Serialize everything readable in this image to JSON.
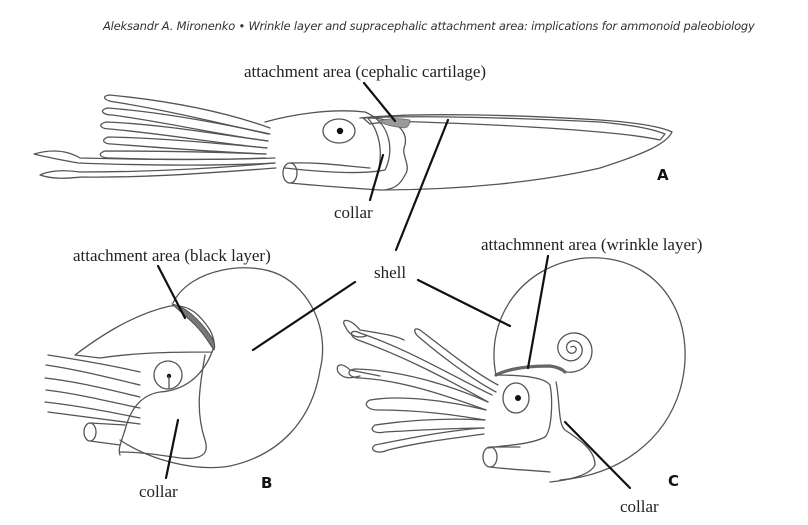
{
  "header": {
    "running_title": "Aleksandr A. Mironenko • Wrinkle layer and supracephalic attachment area: implications for ammonoid paleobiology"
  },
  "figure": {
    "panels": [
      {
        "id": "A",
        "label": "A",
        "subject": "squid (coleoid) lateral view",
        "annotations": {
          "attachment": "attachment area (cephalic cartilage)",
          "collar": "collar"
        }
      },
      {
        "id": "B",
        "label": "B",
        "subject": "nautilus lateral view",
        "annotations": {
          "attachment": "attachment area (black layer)",
          "collar": "collar"
        }
      },
      {
        "id": "C",
        "label": "C",
        "subject": "ammonoid reconstruction",
        "annotations": {
          "attachment": "attachmnent area (wrinkle layer)",
          "collar": "collar"
        }
      }
    ],
    "shared_label": "shell",
    "colors": {
      "outline": "#555555",
      "attachment_fill": "#9a9a9a",
      "leader": "#111111"
    }
  }
}
